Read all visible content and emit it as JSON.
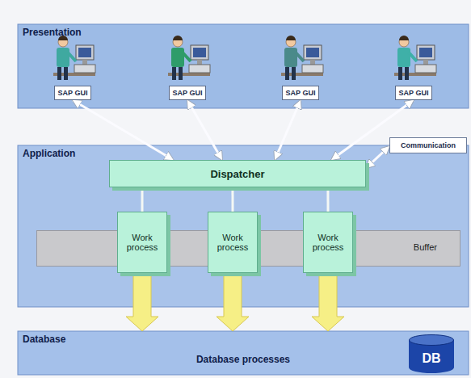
{
  "diagram": {
    "nodes": [
      {
        "text": [
          "Presentation"
        ]
      },
      {
        "text": [
          "SAP GUI"
        ],
        "in": 0
      },
      {
        "text": [
          "SAP GUI"
        ],
        "in": 0
      },
      {
        "text": [
          "SAP GUI"
        ],
        "in": 0
      },
      {
        "text": [
          "SAP GUI"
        ],
        "in": 0
      },
      {
        "text": [
          "Application"
        ]
      },
      {
        "text": [
          "Dispatcher"
        ],
        "in": 5
      },
      {
        "text": [
          "Communication"
        ],
        "in": 5
      },
      {
        "text": [
          "Buffer"
        ],
        "in": 5
      },
      {
        "text": [
          "Work process"
        ],
        "in": 5
      },
      {
        "text": [
          "Work process"
        ],
        "in": 5
      },
      {
        "text": [
          "Work process"
        ],
        "in": 5
      },
      {
        "text": [
          "Database",
          "Database processes"
        ]
      },
      {
        "text": [
          "DB"
        ],
        "in": 12
      }
    ],
    "edges": [
      {
        "from": 1,
        "to": 6,
        "arrow": "both"
      },
      {
        "from": 2,
        "to": 6,
        "arrow": "both"
      },
      {
        "from": 3,
        "to": 6,
        "arrow": "both"
      },
      {
        "from": 4,
        "to": 6,
        "arrow": "both"
      },
      {
        "from": 6,
        "to": 7,
        "arrow": "both"
      },
      {
        "from": 6,
        "to": 9,
        "arrow": "none"
      },
      {
        "from": 6,
        "to": 10,
        "arrow": "none"
      },
      {
        "from": 6,
        "to": 11,
        "arrow": "none"
      },
      {
        "from": 9,
        "to": 12,
        "arrow": "to"
      },
      {
        "from": 10,
        "to": 12,
        "arrow": "to"
      },
      {
        "from": 11,
        "to": 12,
        "arrow": "to"
      }
    ]
  }
}
